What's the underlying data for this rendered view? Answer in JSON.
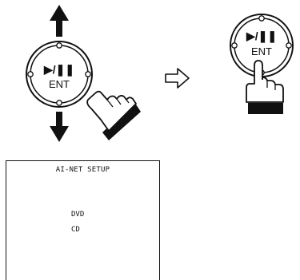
{
  "left_control": {
    "play_pause_symbol": "▶/❚❚",
    "enter_label": "ENT"
  },
  "right_control": {
    "play_pause_symbol": "▶/❚❚",
    "enter_label": "ENT"
  },
  "osd": {
    "title": "AI-NET SETUP",
    "items": [
      "DVD",
      "CD"
    ]
  }
}
